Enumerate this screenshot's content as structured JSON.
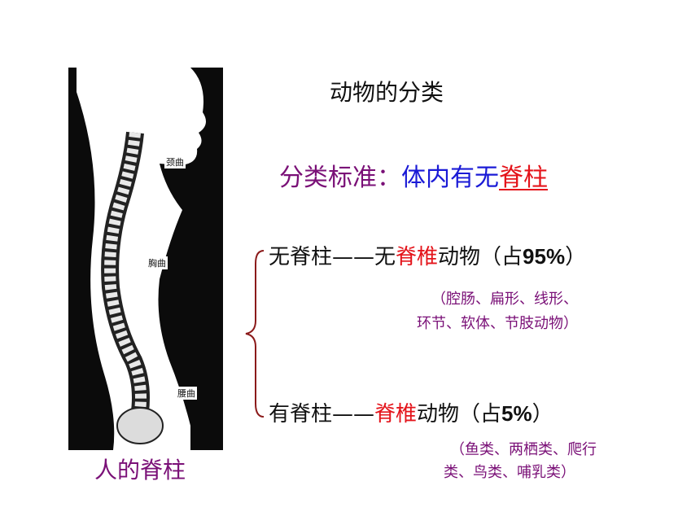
{
  "title": "动物的分类",
  "criterion": {
    "prefix": "分类标准：",
    "middle": "体内有无",
    "highlight": "脊柱"
  },
  "figure": {
    "caption": "人的脊柱",
    "labels": {
      "neck": "颈曲",
      "chest": "胸曲",
      "waist": "腰曲"
    }
  },
  "rows": [
    {
      "lead": "无脊柱——无",
      "highlight": "脊椎",
      "tail": "动物（占",
      "percent": "95%",
      "close": "）",
      "note_line1": "（腔肠、扁形、线形、",
      "note_line2": "环节、软体、节肢动物）"
    },
    {
      "lead": "有脊柱——",
      "highlight": "脊椎",
      "tail": "动物（占",
      "percent": "5%",
      "close": "）",
      "note_line1": "（鱼类、两栖类、爬行",
      "note_line2": "类、鸟类、哺乳类）"
    }
  ],
  "colors": {
    "purple": "#7a1077",
    "blue": "#1a1ad6",
    "red": "#e4141b",
    "brace": "#8b1a1a"
  }
}
